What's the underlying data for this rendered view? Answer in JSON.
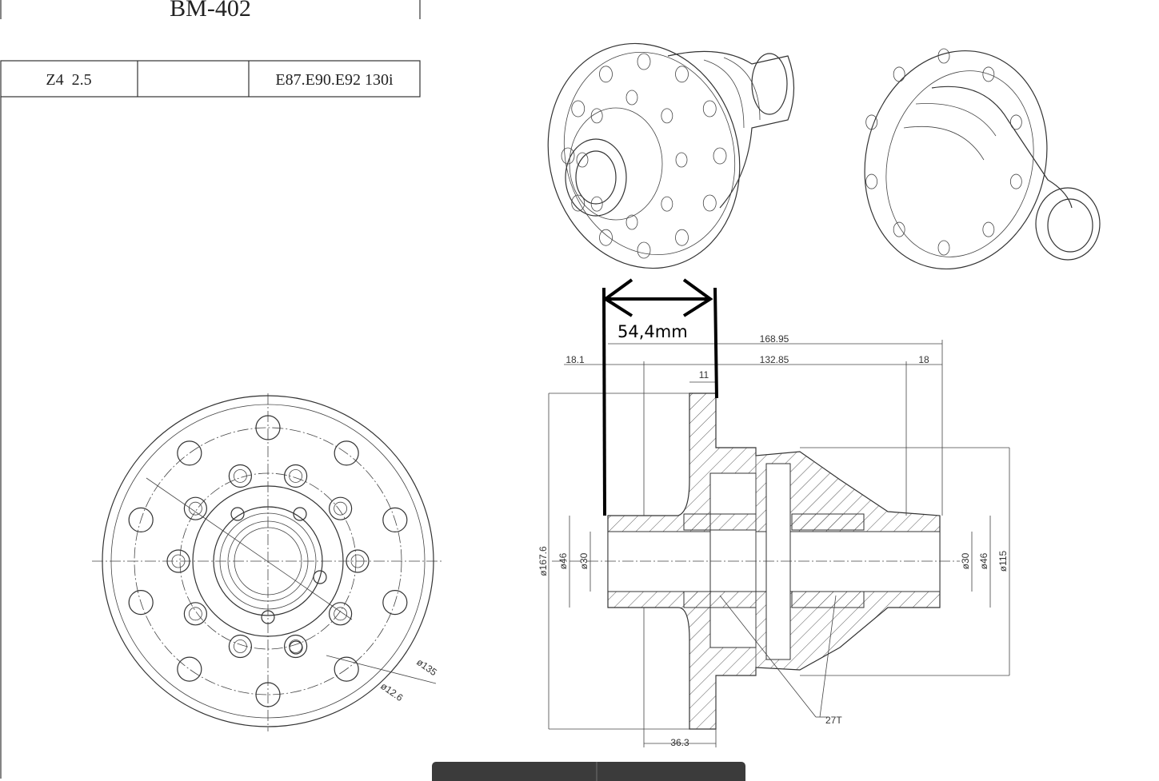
{
  "title_block": {
    "part_number": "BM-402",
    "cells": [
      "Z4  2.5",
      "",
      "E87.E90.E92 130i"
    ]
  },
  "annotation": {
    "measurement": "54,4mm"
  },
  "dimensions": {
    "overall_length": "168.95",
    "left_offset": "18.1",
    "middle_length": "132.85",
    "right_offset": "18",
    "flange_thickness": "11",
    "flange_diameter": "ø167.6",
    "left_outer_diameter": "ø46",
    "left_bore": "ø30",
    "right_bore": "ø30",
    "right_outer_diameter": "ø46",
    "body_diameter": "ø115",
    "flange_offset": "36.3",
    "spline": "27T",
    "bolt_circle": "ø135",
    "bolt_hole": "ø12.6"
  },
  "colors": {
    "line": "#333333",
    "annotation": "#000000",
    "bar": "#3b3b3b"
  }
}
